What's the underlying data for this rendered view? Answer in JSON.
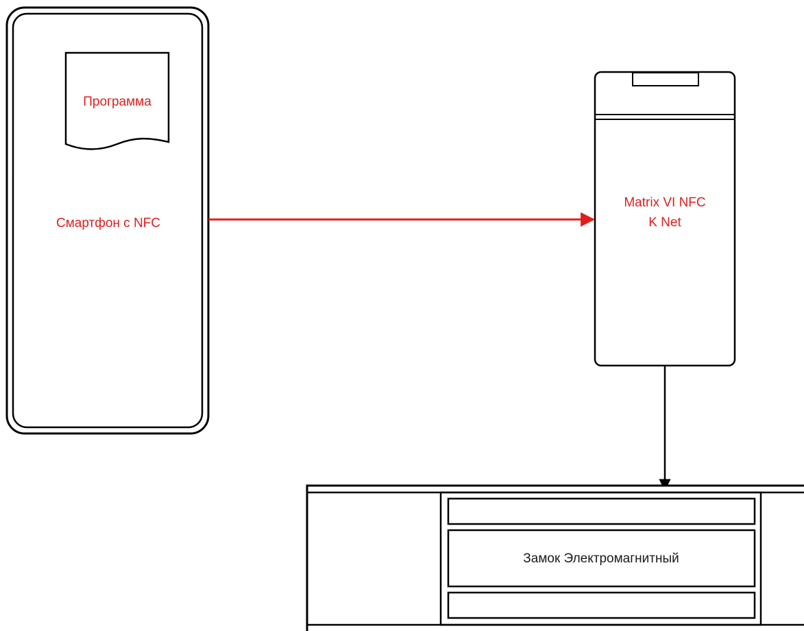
{
  "nodes": {
    "smartphone": {
      "label": "Смартфон с NFC"
    },
    "program": {
      "label": "Программа"
    },
    "reader": {
      "label_line1": "Matrix VI NFC",
      "label_line2": "K Net"
    },
    "lock": {
      "label": "Замок Электромагнитный"
    }
  },
  "edges": [
    {
      "from": "smartphone",
      "to": "reader",
      "color": "#e01e1e"
    },
    {
      "from": "reader",
      "to": "lock",
      "color": "#000000"
    }
  ],
  "colors": {
    "accent": "#e01e1e",
    "stroke": "#000000",
    "background": "#ffffff"
  }
}
